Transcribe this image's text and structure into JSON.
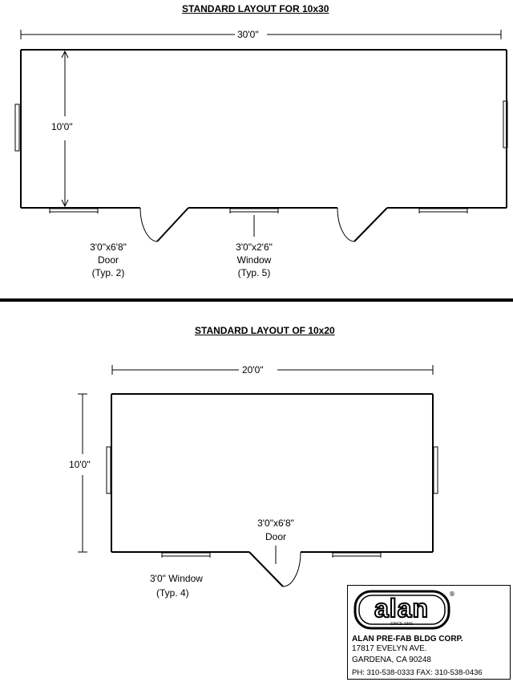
{
  "layout_10x30": {
    "title": "STANDARD LAYOUT FOR 10x30",
    "length_dim": "30'0\"",
    "width_dim": "10'0\"",
    "door_label_size": "3'0\"x6'8\"",
    "door_label_name": "Door",
    "door_label_typ": "(Typ. 2)",
    "window_label_size": "3'0\"x2'6\"",
    "window_label_name": "Window",
    "window_label_typ": "(Typ. 5)"
  },
  "layout_10x20": {
    "title": "STANDARD LAYOUT OF 10x20",
    "length_dim": "20'0\"",
    "width_dim": "10'0\"",
    "door_label_size": "3'0\"x6'8\"",
    "door_label_name": "Door",
    "window_label_size": "3'0\" Window",
    "window_label_typ": "(Typ. 4)"
  },
  "company": {
    "logo_text": "alan",
    "logo_since": "SINCE 1966",
    "logo_mark": "®",
    "name": "ALAN PRE-FAB BLDG CORP.",
    "address_line1": "17817 EVELYN AVE.",
    "address_line2": "GARDENA, CA 90248",
    "phone": "PH: 310-538-0333   FAX: 310-538-0436"
  }
}
